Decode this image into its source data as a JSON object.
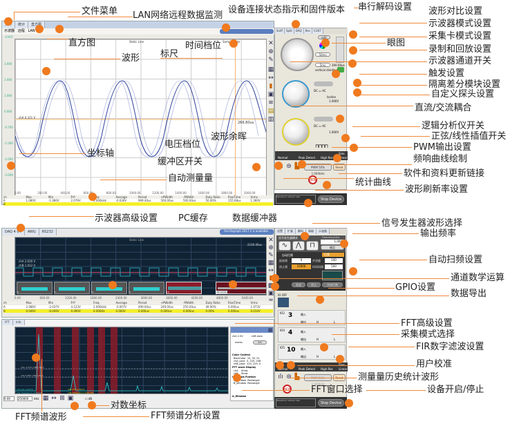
{
  "annotations": {
    "file_menu": "文件菜单",
    "lan_monitor": "LAN网络远程数据监测",
    "device_status": "设备连接状态指示和固件版本",
    "serial_decode": "串行解码设置",
    "waveform_compare": "波形对比设置",
    "scope_mode": "示波器模式设置",
    "daq_mode": "采集卡模式设置",
    "eye_diagram": "眼图",
    "record_playback": "录制和回放设置",
    "channel_switch": "示波器通道开关",
    "trigger": "触发设置",
    "isolated_diff": "隔离差分模块设置",
    "custom_probe": "自定义探头设置",
    "dc_ac_coupling": "直流/交流耦合",
    "logic_analyzer": "逻辑分析仪开关",
    "interp_switch": "正弦/线性插值开关",
    "pwm_output": "PWM输出设置",
    "freq_response": "频响曲线绘制",
    "software_update": "软件和资料更新链接",
    "stat_curve": "统计曲线",
    "refresh_rate": "波形刷新率设置",
    "histogram": "直方图",
    "waveform": "波形",
    "cursor": "标尺",
    "time_base": "时间档位",
    "persistence": "波形余晖",
    "voltage_range": "电压档位",
    "axis": "坐标轴",
    "buffer_switch": "缓冲区开关",
    "auto_measure": "自动测量量",
    "scope_advanced": "示波器高级设置",
    "pc_cache": "PC缓存",
    "data_buffer": "数据缓冲器",
    "siggen_wave": "信号发生器波形选择",
    "output_freq": "输出频率",
    "auto_sweep": "自动扫频设置",
    "channel_math": "通道数学运算",
    "gpio": "GPIO设置",
    "data_export": "数据导出",
    "fft_advanced": "FFT高级设置",
    "acq_mode": "采集模式选择",
    "fir_filter": "FIR数字滤波设置",
    "user_calib": "用户校准",
    "measure_history": "测量量历史统计波形",
    "fft_window": "FFT窗口选择",
    "device_start_stop": "设备开启/停止",
    "log_axis": "对数坐标",
    "fft_waveform": "FFT频谱波形",
    "fft_settings": "FFT频谱分析设置"
  },
  "top_window": {
    "tabs": [
      "文件",
      "统计",
      "直方图"
    ],
    "toolbar": [
      "示波器",
      "远程",
      "LAN"
    ],
    "plot_title": "Static Line",
    "sample_rate_label": "Sample Rate",
    "cursor_value": "266.80us",
    "channel_label": "chA 0.321 V",
    "y_unit": "chA/V",
    "y_ticks": [
      "3.000",
      "2.000",
      "1.000",
      "0.000",
      "-0.700",
      "-1.000",
      "-2.000",
      "-3.000",
      "-4.000"
    ],
    "x_ticks": [
      "0.00",
      "200.00",
      "400.00",
      "600.00",
      "800.00",
      "1000.00",
      "1200.00",
      "1400.00",
      "1600.00",
      "1800.00",
      "2000.00"
    ],
    "x_unit": "us",
    "measure_headers": [
      "ch",
      "Max",
      "Min",
      "P-P",
      "Freq",
      "Average",
      "Period",
      "+PWidth",
      "-PWidth",
      "Duty Ratio",
      "RiseTime",
      "Vrms"
    ],
    "measure_rows": [
      [
        "A",
        "1.080V",
        "-1.080V",
        "2.079V",
        "1.000kHz",
        "-0.036V",
        "999.40us",
        "500.00us",
        "500.00us",
        "50.00%",
        "155.68us",
        "1.360V"
      ],
      [
        "B",
        "",
        "",
        "",
        "",
        "",
        "",
        "",
        "",
        "",
        "",
        ""
      ]
    ]
  },
  "right_panel_top": {
    "tabs": [
      "Sniff",
      "Split",
      "DAQ",
      "Rec",
      "CUST"
    ],
    "edit_btn": "edit",
    "knob_label": "Time",
    "time_select": "50ms",
    "time_select2": "5ms",
    "vertical_label": "vertical dividing line",
    "time_value": "200.00us",
    "chA_coupling": [
      "DC",
      "AC"
    ],
    "isoline_label": "Isoline",
    "voltage_value": "1.000V",
    "side_buttons": [
      "A",
      "Tri",
      "Dif",
      "Pro",
      "B",
      "Lgc",
      "Dif",
      "Pro"
    ],
    "acq_modes": [
      "Normal",
      "Peak Detect",
      "High Res"
    ],
    "sine_label": "Sine",
    "linear_label": "Linear",
    "pwm_label": "PWM 50% 1.000kHz",
    "reset_btn": "Reset",
    "refresh_label": "Waveform refresh rate",
    "stop_btn": "Stop Device",
    "new_badge": "NEW"
  },
  "bottom_window": {
    "tabs": [
      "DAQ 4 04",
      "AWG",
      "RS232"
    ],
    "notice": "Oscillograph 2017.1 is available",
    "plot_title": "Static Line",
    "chA_label": "chA 2.026 V",
    "chB_label": "chB 1.012 V",
    "cursor_value": "2100.00us",
    "buffer_labels": [
      "0",
      "1",
      "2",
      "3",
      "10"
    ],
    "pc_cache_label": "PC cache",
    "x_ticks": [
      "0.00",
      "600.00",
      "1200.00",
      "1800.00",
      "2400.00",
      "3000.00",
      "3600.00",
      "4200.00",
      "4800.00",
      "5400.00"
    ],
    "measure_headers": [
      "ch",
      "Max",
      "Min",
      "P-P",
      "Freq",
      "Average",
      "Period",
      "+PWidth",
      "-PWidth",
      "Duty Ratio",
      "RiseTime",
      "Vrms"
    ],
    "measure_rows": [
      [
        "A",
        "2.086V",
        "-2.037V",
        "4.123V",
        "2.000kHz",
        "-0.007V",
        "499.00us",
        "249.00us",
        "250.00us",
        "49.90%",
        "0.000us",
        "1.973V"
      ],
      [
        "B",
        "0.046V",
        "-0.046V",
        "0.090V",
        "0.000Hz",
        "0.000V",
        "0.000us",
        "0.000us",
        "0.000us",
        "0.00%",
        "0.000us",
        "0.014V"
      ]
    ]
  },
  "right_panel_bottom": {
    "tabs": [
      "设置",
      "扩展",
      "解码",
      "高级",
      "示波器"
    ],
    "siggen_title": "信号发生器模式",
    "freq_label": "Frequency(Hz)",
    "freq_value": "1,000",
    "confirm_btn": "确定",
    "sweep_title": "自动扫频",
    "sweep_check": "扫频",
    "start_freq_label": "起始频",
    "start_freq": "0",
    "end_freq_label": "终止频",
    "end_freq": "10000",
    "step_label": "步进量",
    "step": "100",
    "interval_label": "时间间隔",
    "interval": "500",
    "btn_a": "发送",
    "btn_b": "停止",
    "btn_c": "开始扫频",
    "io_label": "IO OFF",
    "gpio": [
      {
        "id": "IO2",
        "num": "3",
        "in": "输入",
        "out": "输出",
        "h": "H",
        "l": "L"
      },
      {
        "id": "IO4",
        "num": "4",
        "in": "输入",
        "out": "输出",
        "h": "H",
        "l": "L"
      },
      {
        "id": "IO5",
        "num": "10",
        "in": "输入",
        "out": "输出",
        "h": "H",
        "l": "L"
      }
    ],
    "acq_modes": [
      "Normal",
      "Peak Detect",
      "High Res"
    ],
    "sine_label": "Sine",
    "linear_label": "Linear",
    "pwm_label": "PWM 50% 1.000kHz",
    "reset_btn": "Reset",
    "refresh_label": "Waveform refresh rate",
    "stop_btn": "Stop Device",
    "new_badge": "NEW"
  },
  "fft_window": {
    "tabs": [
      "FFT",
      "Info"
    ],
    "chA_select": "2.0V",
    "chB_select": "Auto",
    "marks_label": "marks",
    "set_btn": "Set",
    "color_control": "Color Control",
    "color_rows": [
      [
        "BackColor",
        "10, 35, 51"
      ],
      [
        "chA_color",
        "0, 225, 208"
      ],
      [
        "chB_color",
        "225, 225, 0"
      ]
    ],
    "fft_wave_display": "FFT wave Display",
    "display_rows": [
      [
        "chA",
        "Show"
      ],
      [
        "chB",
        "Show"
      ]
    ],
    "window_function": "Windows Funtion",
    "window_rows": [
      [
        "A_Window",
        "Rectangle"
      ],
      [
        "B_Window",
        "Rectangle"
      ]
    ],
    "footer": "A_Window",
    "range_start": "0.00",
    "range_end": "250000",
    "range_unit": "kHz",
    "log_label": "dB",
    "marker_a": "chA -0.17V  chB 1.42 V",
    "marker_b": "chA 0.49V  chB 0.00 V",
    "dc_a": "chA_DC: 0.007V",
    "freq_a": "chA_Frequency: 2.00 kHz",
    "dc_b": "chB_DC: 0.007V",
    "freq_b": "chB_Frequency: 0.00 kHz"
  },
  "colors": {
    "accent": "#f07a1e",
    "dark_plot": "#0f2334",
    "wave_blue": "#2a3f9a",
    "cyan": "#2fd0d0",
    "yellow_row": "#f4f02a",
    "fft_bar": "#8b1c2a"
  }
}
